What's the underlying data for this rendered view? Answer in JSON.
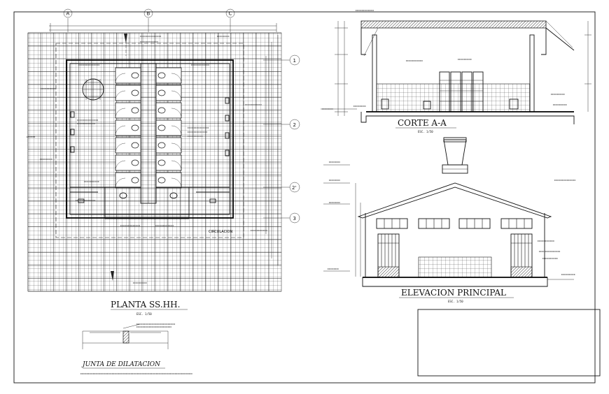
{
  "sheet": {
    "views": {
      "plan_title": "PLANTA SS.HH.",
      "plan_scale": "ESC. 1/50",
      "section_title": "CORTE A-A",
      "section_scale": "ESC. 1/50",
      "elevation_title": "ELEVACION PRINCIPAL",
      "elevation_scale": "ESC. 1/50",
      "joint_title": "JUNTA DE DILATACION",
      "plan_label_circulacion": "CIRCULACION"
    },
    "grid_axes": {
      "letters": [
        "A",
        "B",
        "C"
      ],
      "numbers": [
        "1",
        "2",
        "2'",
        "3"
      ]
    },
    "colors": {
      "ink": "#111111",
      "paper": "#ffffff",
      "hatch": "#222222"
    }
  }
}
